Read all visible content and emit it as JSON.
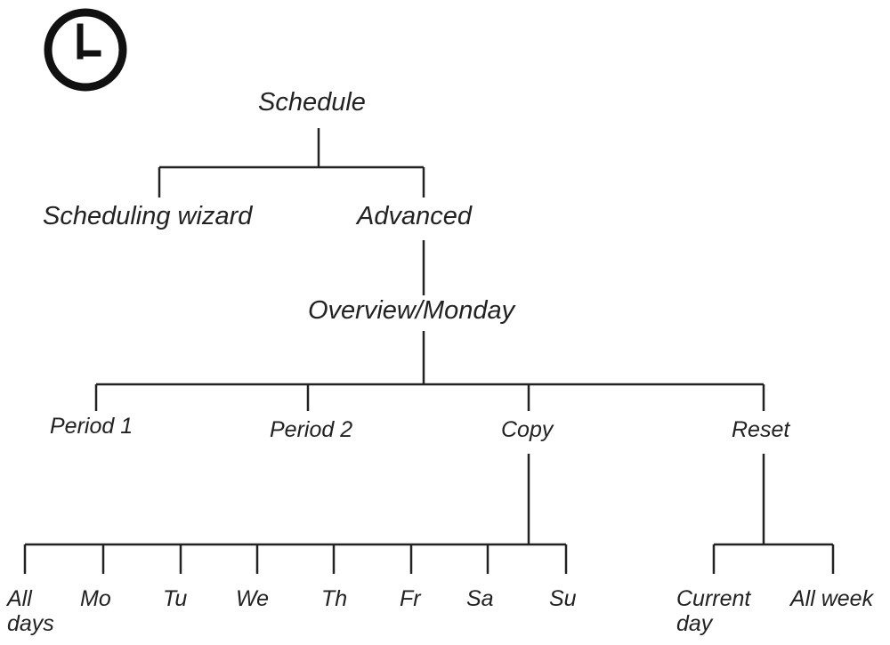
{
  "icon": "clock-icon",
  "colors": {
    "line": "#222222",
    "text": "#222222"
  },
  "tree": {
    "root": "Schedule",
    "level1": [
      "Scheduling wizard",
      "Advanced"
    ],
    "level2": "Overview/Monday",
    "level3": [
      "Period 1",
      "Period 2",
      "Copy",
      "Reset"
    ],
    "copy_children": [
      "All days",
      "Mo",
      "Tu",
      "We",
      "Th",
      "Fr",
      "Sa",
      "Su"
    ],
    "reset_children": [
      "Current day",
      "All week"
    ]
  }
}
